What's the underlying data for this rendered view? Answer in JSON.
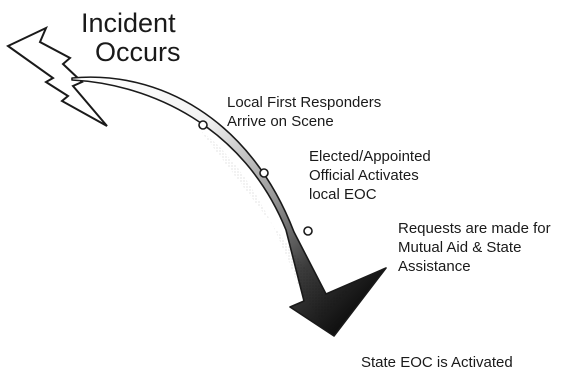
{
  "diagram": {
    "title_line1": "Incident",
    "title_line2": "Occurs",
    "steps": [
      {
        "line1": "Local First Responders",
        "line2": "Arrive on Scene"
      },
      {
        "line1": "Elected/Appointed",
        "line2": "Official Activates",
        "line3": "local EOC"
      },
      {
        "line1": "Requests are made for",
        "line2": "Mutual Aid & State",
        "line3": "Assistance"
      },
      {
        "line1": "State EOC is Activated"
      }
    ],
    "icons": {
      "start": "lightning-bolt-icon",
      "flow": "curved-arrow-icon",
      "step_marker": "circle-marker-icon"
    },
    "colors": {
      "arrow_light": "#ffffff",
      "arrow_dark": "#1a1a1a",
      "ink": "#1a1a1a"
    }
  }
}
